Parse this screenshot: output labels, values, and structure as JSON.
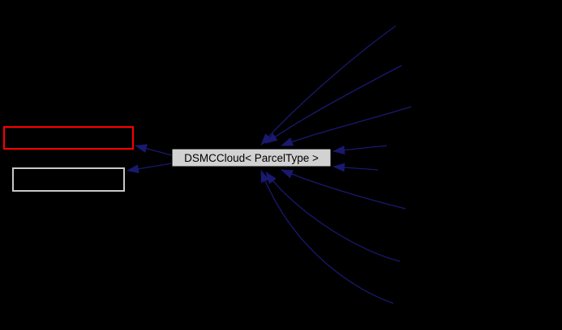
{
  "diagram": {
    "kind": "class-inheritance-graph",
    "background_color": "#000000",
    "arrow_color": "#191970",
    "center_node": {
      "label": "DSMCCloud< ParcelType >",
      "fill_color": "#d2d2d2",
      "text_color": "#000000"
    },
    "base_nodes": [
      {
        "label": "",
        "border_color": "#ff0000",
        "fill_color": "transparent"
      },
      {
        "label": "",
        "border_color": "#c8c8c8",
        "fill_color": "transparent"
      }
    ],
    "incoming_edge_count": 8,
    "outgoing_edge_count": 2
  }
}
